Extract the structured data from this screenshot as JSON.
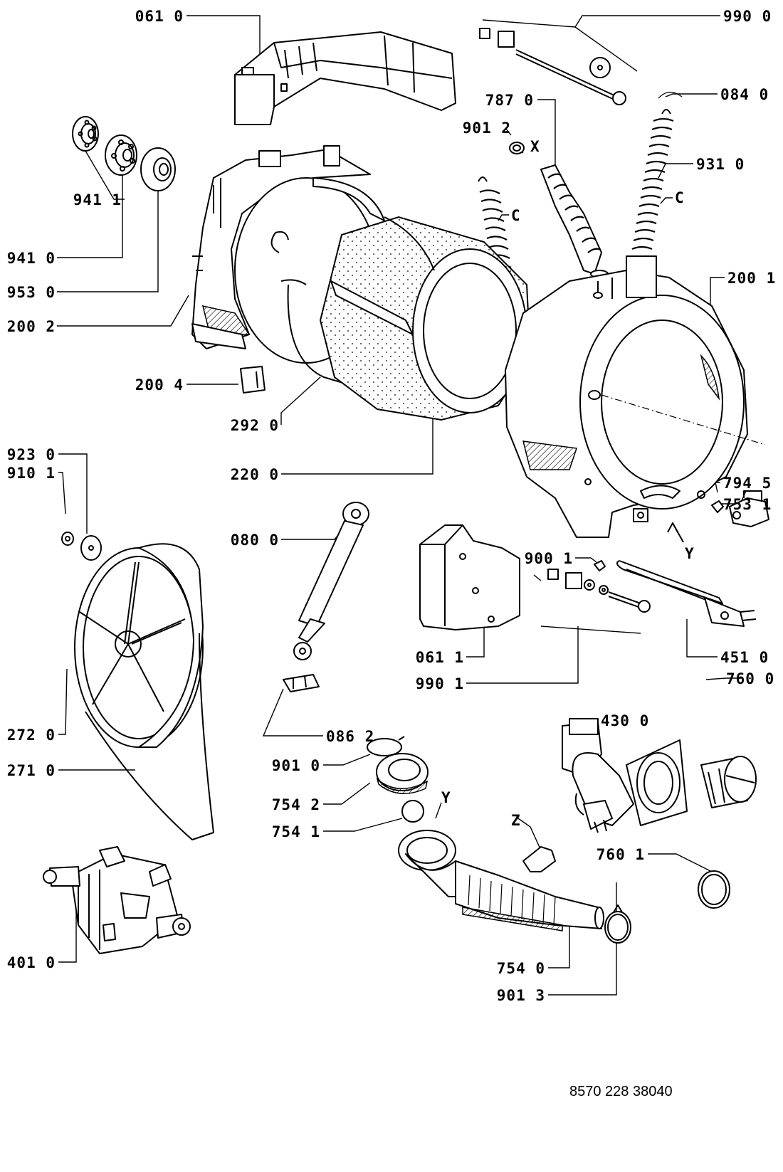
{
  "labels": {
    "l_061_0": "061 0",
    "l_990_0": "990 0",
    "l_787_0": "787 0",
    "l_084_0": "084 0",
    "l_901_2": "901 2",
    "l_941_1": "941 1",
    "l_931_0": "931 0",
    "l_941_0": "941 0",
    "l_953_0": "953 0",
    "l_200_1": "200 1",
    "l_200_2": "200 2",
    "l_200_4": "200 4",
    "l_292_0": "292 0",
    "l_923_0": "923 0",
    "l_910_1": "910 1",
    "l_220_0": "220 0",
    "l_794_5": "794 5",
    "l_753_1": "753 1",
    "l_080_0": "080 0",
    "l_900_1": "900 1",
    "l_061_1": "061 1",
    "l_451_0": "451 0",
    "l_990_1": "990 1",
    "l_760_0": "760 0",
    "l_272_0": "272 0",
    "l_086_2": "086 2",
    "l_430_0": "430 0",
    "l_271_0": "271 0",
    "l_901_0": "901 0",
    "l_754_2": "754 2",
    "l_754_1": "754 1",
    "l_760_1": "760 1",
    "l_401_0": "401 0",
    "l_754_0": "754 0",
    "l_901_3": "901 3"
  },
  "letters": {
    "x": "X",
    "c1": "C",
    "c2": "C",
    "y1": "Y",
    "y2": "Y",
    "z": "Z"
  },
  "document_code": "8570 228 38040"
}
